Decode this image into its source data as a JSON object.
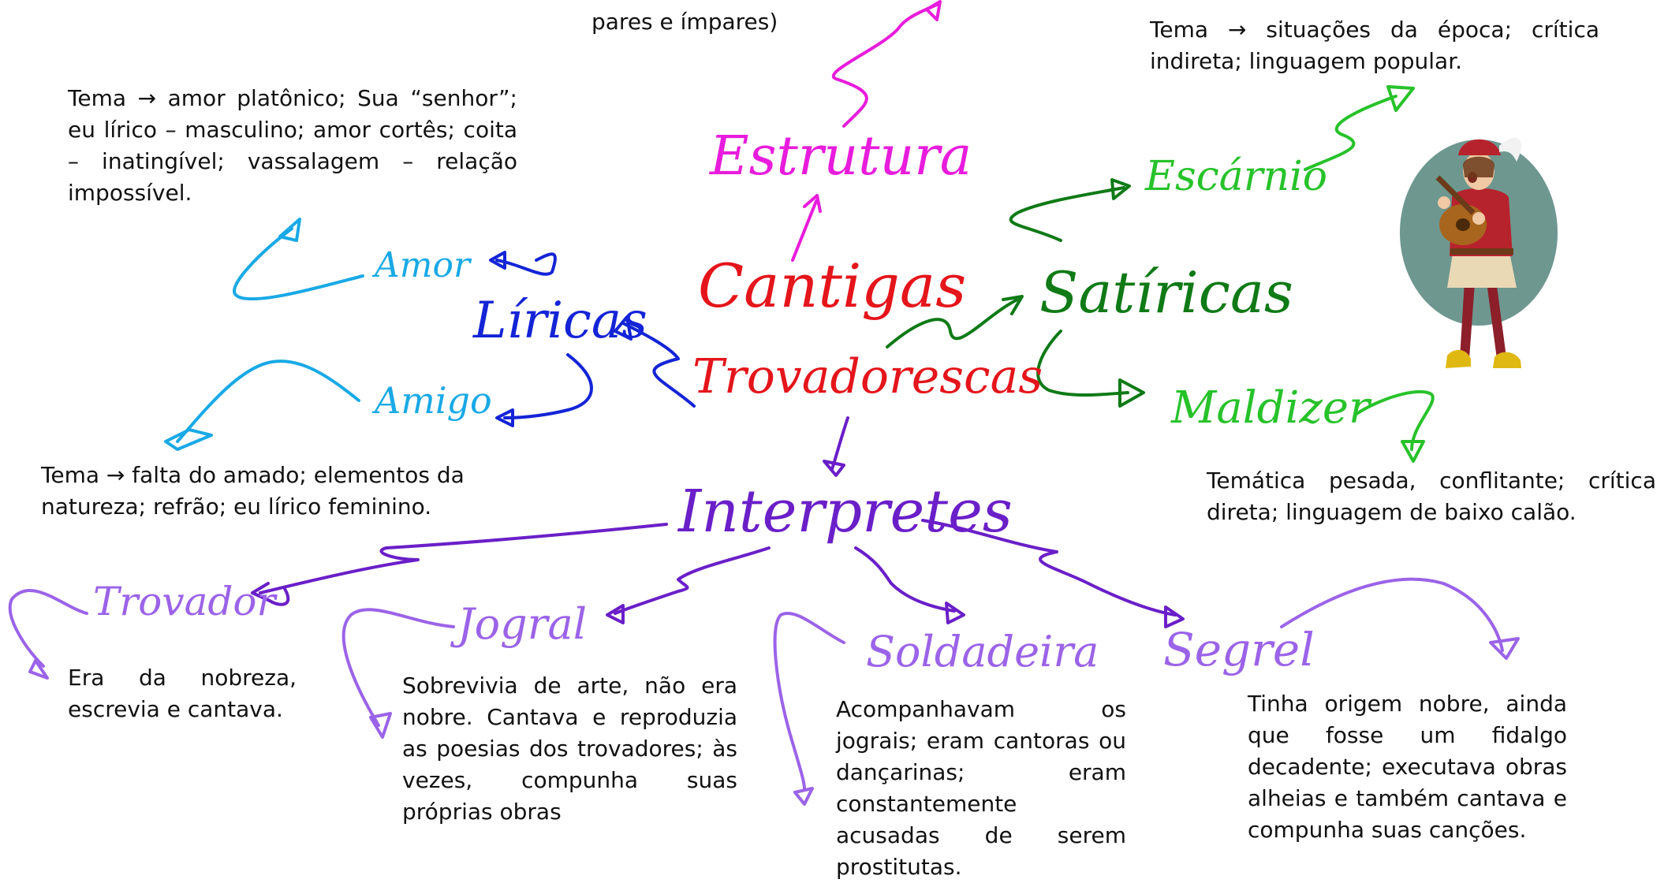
{
  "colors": {
    "magenta": "#e81cdc",
    "red": "#e4151b",
    "dark_green": "#0f7a16",
    "green": "#27c22a",
    "blue": "#1424d6",
    "light_blue": "#19a9e6",
    "purple": "#6a1fc8",
    "lilac": "#9b63e8"
  },
  "center": {
    "line1": "Cantigas",
    "line2": "Trovadorescas"
  },
  "branches": {
    "estrutura": {
      "label": "Estrutura",
      "note": "pares e ímpares)"
    },
    "liricas": {
      "label": "Líricas"
    },
    "amor": {
      "label": "Amor",
      "note": "Tema → amor platônico; Sua “senhor”; eu lírico – masculino; amor cortês; coita – inatingível; vassalagem – relação impossível."
    },
    "amigo": {
      "label": "Amigo",
      "note": "Tema → falta do amado; elementos da natureza; refrão; eu lírico feminino."
    },
    "satiricas": {
      "label": "Satíricas"
    },
    "escarnio": {
      "label": "Escárnio",
      "note": "Tema → situações da época; crítica indireta; linguagem popular."
    },
    "maldizer": {
      "label": "Maldizer",
      "note": "Temática pesada, conflitante; crítica direta; linguagem de baixo calão."
    },
    "interpretes": {
      "label": "Interpretes"
    },
    "trovador": {
      "label": "Trovador",
      "note": "Era da nobreza, escrevia e cantava."
    },
    "jogral": {
      "label": "Jogral",
      "note": "Sobrevivia de arte, não era nobre. Cantava e reproduzia as poesias dos trovadores; às vezes, compunha suas próprias obras"
    },
    "soldadeira": {
      "label": "Soldadeira",
      "note": "Acompanhavam os jograis; eram cantoras ou dançarinas; eram constantemente acusadas de serem prostitutas."
    },
    "segrel": {
      "label": "Segrel",
      "note": "Tinha origem nobre, ainda que fosse um fidalgo decadente; executava obras alheias e também cantava e compunha suas canções."
    }
  },
  "illustration": {
    "icon": "troubadour-with-lute-icon"
  }
}
